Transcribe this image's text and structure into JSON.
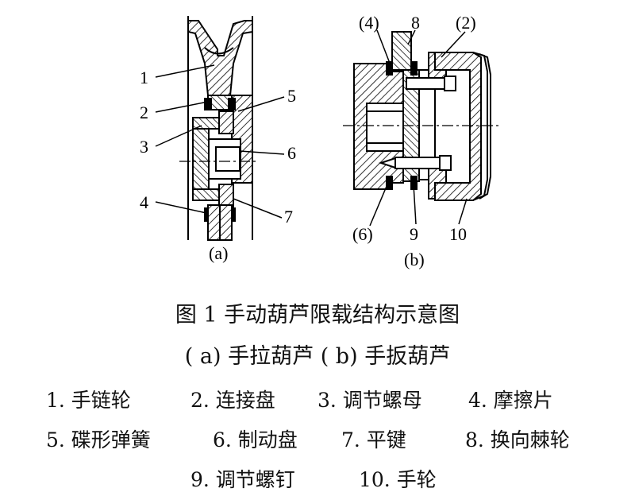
{
  "figure": {
    "caption": "图 1   手动葫芦限载结构示意图",
    "subcaption": "( a)  手拉葫芦        ( b)  手扳葫芦",
    "panel_a_label": "(a)",
    "panel_b_label": "(b)",
    "callouts_a": [
      "1",
      "2",
      "3",
      "4",
      "5",
      "6",
      "7"
    ],
    "callouts_b": [
      "(4)",
      "8",
      "(2)",
      "(6)",
      "9",
      "10"
    ]
  },
  "legend": {
    "row1": [
      "1. 手链轮",
      "2. 连接盘",
      "3. 调节螺母",
      "4. 摩擦片"
    ],
    "row2": [
      "5. 碟形弹簧",
      "6. 制动盘",
      "7. 平键",
      "8. 换向棘轮"
    ],
    "row3": [
      "9. 调节螺钉",
      "10. 手轮"
    ]
  }
}
